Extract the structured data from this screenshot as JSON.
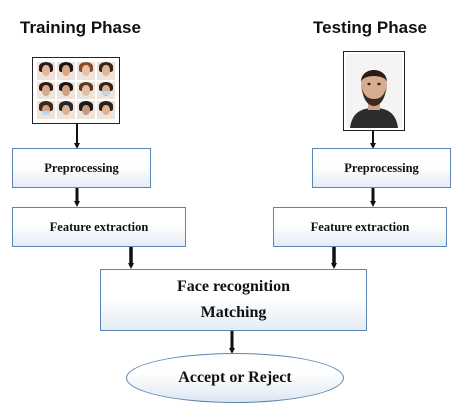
{
  "training": {
    "title": "Training Phase",
    "steps": {
      "preprocessing": "Preprocessing",
      "feature_extraction": "Feature extraction"
    },
    "thumbnails": [
      {
        "hair": "#2a1c14",
        "skin": "#e3b89a",
        "mask": false
      },
      {
        "hair": "#1f1611",
        "skin": "#d9a988",
        "mask": false
      },
      {
        "hair": "#8a4a2c",
        "skin": "#e8c2a6",
        "mask": false
      },
      {
        "hair": "#3a2619",
        "skin": "#e0b596",
        "mask": false
      },
      {
        "hair": "#2b1d15",
        "skin": "#d8a98a",
        "mask": false
      },
      {
        "hair": "#1c130e",
        "skin": "#cf9f80",
        "mask": false
      },
      {
        "hair": "#5a3a26",
        "skin": "#e6bfa3",
        "mask": false
      },
      {
        "hair": "#322117",
        "skin": "#dcb091",
        "mask": true
      },
      {
        "hair": "#3b2a20",
        "skin": "#d4a585",
        "mask": true
      },
      {
        "hair": "#262626",
        "skin": "#d8b196",
        "mask": false
      },
      {
        "hair": "#1a1a1a",
        "skin": "#c99a7c",
        "mask": false
      },
      {
        "hair": "#2e2218",
        "skin": "#ddb394",
        "mask": false
      }
    ]
  },
  "testing": {
    "title": "Testing Phase",
    "steps": {
      "preprocessing": "Preprocessing",
      "feature_extraction": "Feature extraction"
    }
  },
  "center": {
    "line1": "Face recognition",
    "line2": "Matching"
  },
  "result": "Accept or Reject",
  "colors": {
    "box_border": "#5b86b3",
    "arrow": "#111111"
  },
  "icons": {
    "training_image": "face-collage-icon",
    "testing_image": "person-portrait-icon"
  }
}
